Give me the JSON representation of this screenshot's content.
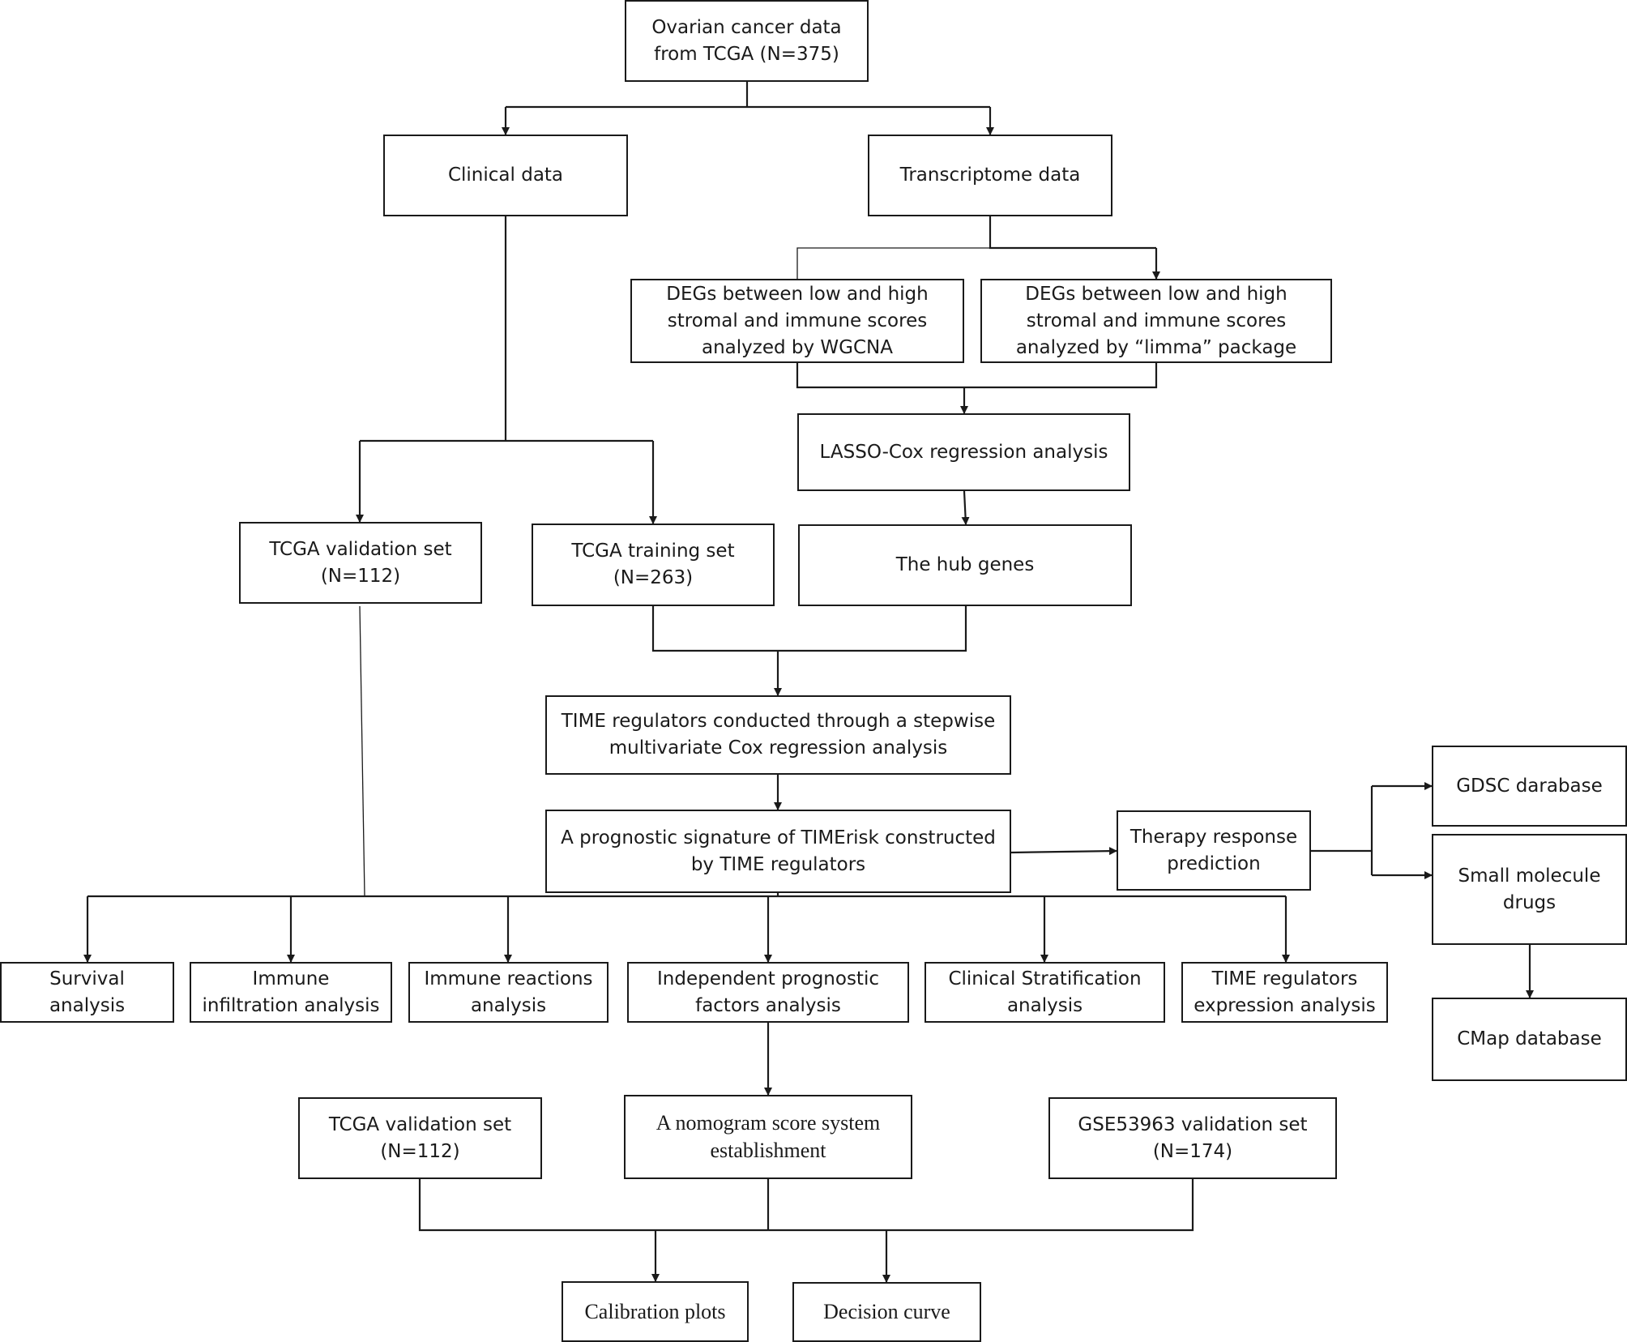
{
  "diagram": {
    "nodes": {
      "ovarian": [
        "Ovarian cancer data",
        "from TCGA (N=375)"
      ],
      "clinical": [
        "Clinical data"
      ],
      "transcriptome": [
        "Transcriptome data"
      ],
      "degs_wgcna": [
        "DEGs between low and high",
        "stromal and immune scores",
        "analyzed by WGCNA"
      ],
      "degs_limma": [
        "DEGs between low and high",
        "stromal and immune scores",
        "analyzed by “limma” package"
      ],
      "lasso": [
        "LASSO-Cox regression analysis"
      ],
      "tcga_validation_1": [
        "TCGA validation set",
        "(N=112)"
      ],
      "tcga_training": [
        "TCGA training set",
        "(N=263)"
      ],
      "hub_genes": [
        "The hub genes"
      ],
      "time_regulators": [
        "TIME regulators conducted through a stepwise",
        "multivariate Cox regression analysis"
      ],
      "prognostic_signature": [
        "A prognostic signature of TIMErisk constructed",
        "by  TIME regulators"
      ],
      "therapy_response": [
        "Therapy response",
        "prediction"
      ],
      "gdsc": [
        "GDSC darabase"
      ],
      "small_molecule": [
        "Small molecule",
        "drugs"
      ],
      "cmap": [
        "CMap database"
      ],
      "survival": [
        "Survival",
        "analysis"
      ],
      "immune_infiltration": [
        "Immune",
        "infiltration analysis"
      ],
      "immune_reactions": [
        "Immune reactions",
        "analysis"
      ],
      "independent_prognostic": [
        "Independent prognostic",
        "factors analysis"
      ],
      "clinical_stratification": [
        "Clinical Stratification",
        "analysis"
      ],
      "time_expression": [
        "TIME regulators",
        "expression analysis"
      ],
      "tcga_validation_2": [
        "TCGA validation set",
        "(N=112)"
      ],
      "nomogram": [
        "A nomogram score system",
        "establishment"
      ],
      "gse_validation": [
        "GSE53963 validation set",
        "(N=174)"
      ],
      "calibration": [
        "Calibration plots"
      ],
      "decision_curve": [
        "Decision curve"
      ]
    }
  }
}
